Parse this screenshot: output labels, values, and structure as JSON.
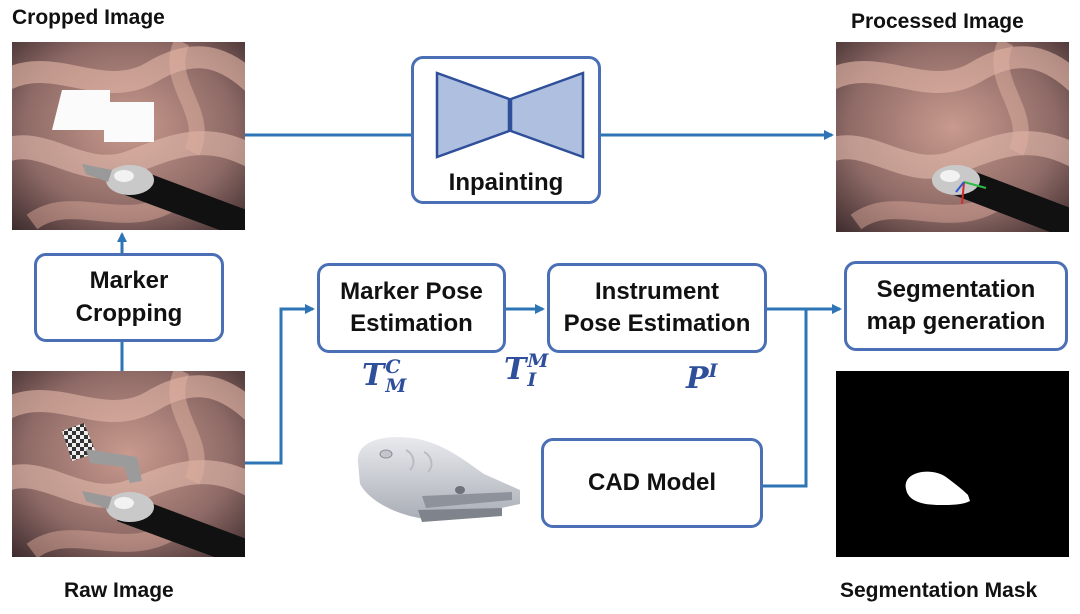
{
  "captions": {
    "cropped": "Cropped Image",
    "processed": "Processed Image",
    "raw": "Raw Image",
    "mask": "Segmentation Mask"
  },
  "boxes": {
    "inpainting": "Inpainting",
    "marker_cropping_line1": "Marker",
    "marker_cropping_line2": "Cropping",
    "marker_pose_line1": "Marker Pose",
    "marker_pose_line2": "Estimation",
    "instrument_pose_line1": "Instrument",
    "instrument_pose_line2": "Pose Estimation",
    "segmentation_line1": "Segmentation",
    "segmentation_line2": "map generation",
    "cad_model": "CAD Model"
  },
  "math": {
    "t_c_m": {
      "base": "T",
      "sup": "C",
      "sub": "M"
    },
    "t_m_i": {
      "base": "T",
      "sup": "M",
      "sub": "I"
    },
    "p_i": {
      "base": "P",
      "sup": "I"
    }
  },
  "colors": {
    "arrow": "#2e75b6",
    "box_border": "#4a6fb5",
    "math": "#2f4f9a",
    "network": "#aebfe0"
  }
}
